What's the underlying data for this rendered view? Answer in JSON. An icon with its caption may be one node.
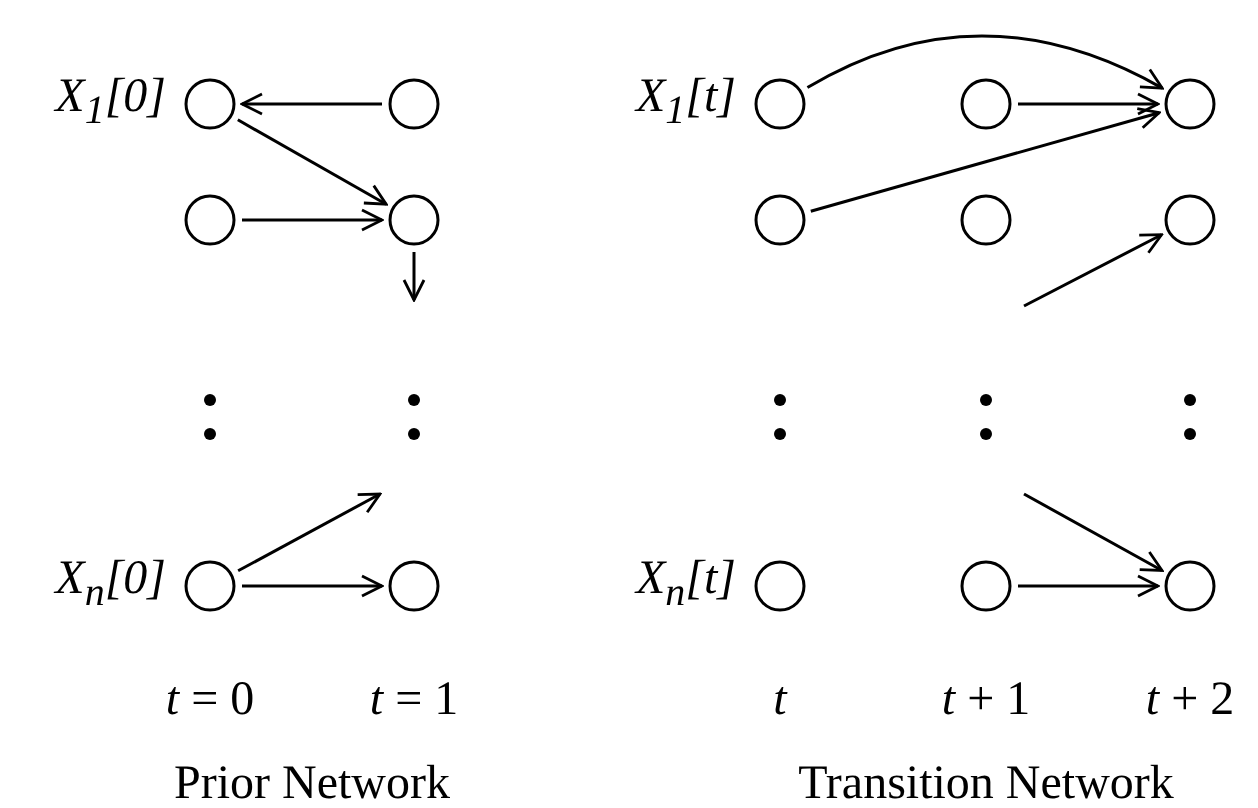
{
  "diagram": {
    "nodes": [
      {
        "text": [],
        "shape": "circle",
        "beside": [
          "X$_{1}$[0]"
        ]
      },
      {
        "text": [],
        "shape": "circle"
      },
      {
        "text": [],
        "shape": "circle"
      },
      {
        "text": [],
        "shape": "circle"
      },
      {
        "text": [],
        "shape": "circle",
        "beside": [
          "X$_{n}$[0]"
        ]
      },
      {
        "text": [],
        "shape": "circle"
      },
      {
        "text": [],
        "shape": "circle",
        "beside": [
          "X$_{1}$[t]"
        ]
      },
      {
        "text": [],
        "shape": "circle"
      },
      {
        "text": [],
        "shape": "circle"
      },
      {
        "text": [],
        "shape": "circle"
      },
      {
        "text": [],
        "shape": "circle"
      },
      {
        "text": [],
        "shape": "circle"
      },
      {
        "text": [],
        "shape": "circle",
        "beside": [
          "X$_{n}$[t]"
        ]
      },
      {
        "text": [],
        "shape": "circle"
      },
      {
        "text": [],
        "shape": "circle"
      }
    ],
    "edges": [
      {
        "from": 1,
        "to": 0,
        "arrow": "to"
      },
      {
        "from": 0,
        "to": 3,
        "arrow": "to"
      },
      {
        "from": 2,
        "to": 3,
        "arrow": "to"
      },
      {
        "from": 3,
        "to": null,
        "arrow": "to"
      },
      {
        "from": 4,
        "to": null,
        "arrow": "to"
      },
      {
        "from": 4,
        "to": 5,
        "arrow": "to"
      },
      {
        "from": 6,
        "to": 8,
        "arrow": "to"
      },
      {
        "from": 7,
        "to": 8,
        "arrow": "to"
      },
      {
        "from": 9,
        "to": 8,
        "arrow": "to"
      },
      {
        "from": null,
        "to": 11,
        "arrow": "to"
      },
      {
        "from": null,
        "to": 14,
        "arrow": "to"
      },
      {
        "from": 13,
        "to": 14,
        "arrow": "to"
      }
    ],
    "labels": [
      "*t* = 0",
      "*t* = 1",
      "Prior Network",
      "*t*",
      "*t* + 1",
      "*t* + 2",
      "Transition Network"
    ]
  }
}
